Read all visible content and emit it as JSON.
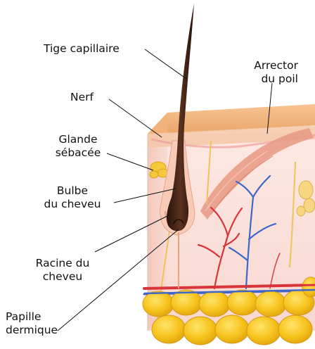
{
  "labels": {
    "tige_capillaire": "Tige capillaire",
    "nerf": "Nerf",
    "glande_line1": "Glande",
    "glande_line2": "sébacée",
    "bulbe_line1": "Bulbe",
    "bulbe_line2": "du cheveu",
    "racine_line1": "Racine du",
    "racine_line2": "cheveu",
    "papille_line1": "Papille",
    "papille_line2": "dermique",
    "arrector_line1": "Arrector",
    "arrector_line2": "du poil"
  },
  "colors": {
    "hair": "#3a1f12",
    "epidermis": "#f2b77f",
    "dermis": "#fbe1dc",
    "fat": "#f6c219",
    "artery": "#d8353a",
    "vein": "#3f67c8",
    "nerve": "#f0c35a",
    "muscle": "#e99d8a"
  }
}
